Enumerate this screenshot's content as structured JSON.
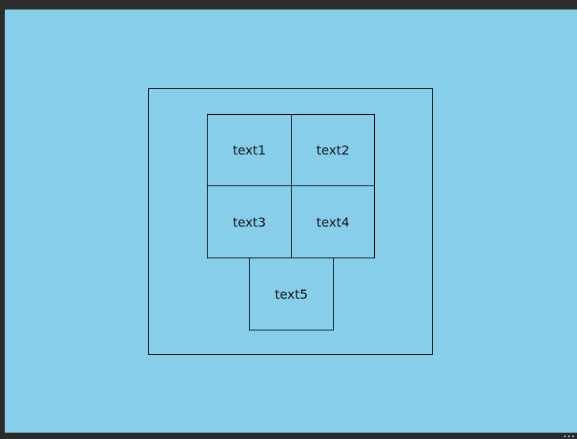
{
  "cells": [
    {
      "label": "text1"
    },
    {
      "label": "text2"
    },
    {
      "label": "text3"
    },
    {
      "label": "text4"
    },
    {
      "label": "text5"
    }
  ],
  "colors": {
    "canvas_background": "#87ceeb",
    "frame_chrome": "#2b2b2b",
    "border": "#000000",
    "text": "#111111"
  }
}
